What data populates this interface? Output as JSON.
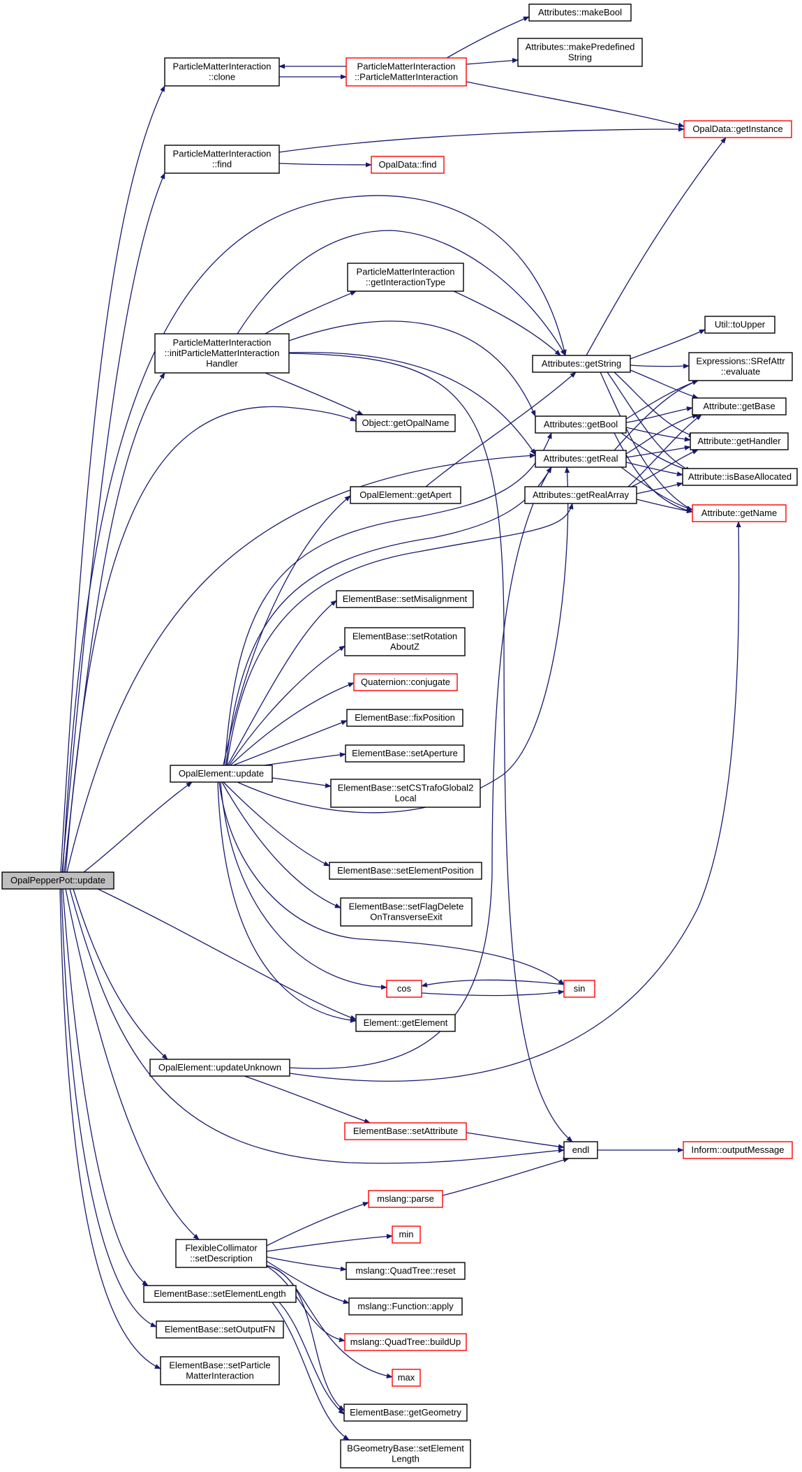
{
  "diagram": {
    "title": "",
    "colors": {
      "edge": "#191970",
      "node_border": "#000000",
      "node_border_truncated": "#ff0000",
      "root_fill": "#bfbfbf",
      "background": "#ffffff"
    },
    "nodes": [
      {
        "id": "root",
        "lines": [
          "OpalPepperPot::update"
        ],
        "style": "root"
      },
      {
        "id": "pmi_clone",
        "lines": [
          "ParticleMatterInteraction",
          "::clone"
        ],
        "style": "normal"
      },
      {
        "id": "pmi_ctor",
        "lines": [
          "ParticleMatterInteraction",
          "::ParticleMatterInteraction"
        ],
        "style": "truncated"
      },
      {
        "id": "make_bool",
        "lines": [
          "Attributes::makeBool"
        ],
        "style": "normal"
      },
      {
        "id": "make_predef",
        "lines": [
          "Attributes::makePredefined",
          "String"
        ],
        "style": "normal"
      },
      {
        "id": "opal_instance",
        "lines": [
          "OpalData::getInstance"
        ],
        "style": "truncated"
      },
      {
        "id": "pmi_find",
        "lines": [
          "ParticleMatterInteraction",
          "::find"
        ],
        "style": "normal"
      },
      {
        "id": "opal_find",
        "lines": [
          "OpalData::find"
        ],
        "style": "truncated"
      },
      {
        "id": "pmi_gettype",
        "lines": [
          "ParticleMatterInteraction",
          "::getInteractionType"
        ],
        "style": "normal"
      },
      {
        "id": "pmi_init",
        "lines": [
          "ParticleMatterInteraction",
          "::initParticleMatterInteraction",
          "Handler"
        ],
        "style": "normal"
      },
      {
        "id": "util_upper",
        "lines": [
          "Util::toUpper"
        ],
        "style": "normal"
      },
      {
        "id": "attrs_getstring",
        "lines": [
          "Attributes::getString"
        ],
        "style": "normal"
      },
      {
        "id": "expr_eval",
        "lines": [
          "Expressions::SRefAttr",
          "::evaluate"
        ],
        "style": "normal"
      },
      {
        "id": "attr_getbase",
        "lines": [
          "Attribute::getBase"
        ],
        "style": "normal"
      },
      {
        "id": "obj_getopalname",
        "lines": [
          "Object::getOpalName"
        ],
        "style": "normal"
      },
      {
        "id": "attrs_getbool",
        "lines": [
          "Attributes::getBool"
        ],
        "style": "normal"
      },
      {
        "id": "attr_gethandler",
        "lines": [
          "Attribute::getHandler"
        ],
        "style": "normal"
      },
      {
        "id": "attrs_getreal",
        "lines": [
          "Attributes::getReal"
        ],
        "style": "normal"
      },
      {
        "id": "attr_isbase",
        "lines": [
          "Attribute::isBaseAllocated"
        ],
        "style": "normal"
      },
      {
        "id": "oe_getapert",
        "lines": [
          "OpalElement::getApert"
        ],
        "style": "normal"
      },
      {
        "id": "attrs_getrealarray",
        "lines": [
          "Attributes::getRealArray"
        ],
        "style": "normal"
      },
      {
        "id": "attr_getname",
        "lines": [
          "Attribute::getName"
        ],
        "style": "truncated"
      },
      {
        "id": "eb_setmisalign",
        "lines": [
          "ElementBase::setMisalignment"
        ],
        "style": "normal"
      },
      {
        "id": "eb_setrot",
        "lines": [
          "ElementBase::setRotation",
          "AboutZ"
        ],
        "style": "normal"
      },
      {
        "id": "quat_conj",
        "lines": [
          "Quaternion::conjugate"
        ],
        "style": "truncated"
      },
      {
        "id": "eb_fixpos",
        "lines": [
          "ElementBase::fixPosition"
        ],
        "style": "normal"
      },
      {
        "id": "eb_setaperture",
        "lines": [
          "ElementBase::setAperture"
        ],
        "style": "normal"
      },
      {
        "id": "oe_update",
        "lines": [
          "OpalElement::update"
        ],
        "style": "normal"
      },
      {
        "id": "eb_setcs",
        "lines": [
          "ElementBase::setCSTrafoGlobal2",
          "Local"
        ],
        "style": "normal"
      },
      {
        "id": "eb_setelpos",
        "lines": [
          "ElementBase::setElementPosition"
        ],
        "style": "normal"
      },
      {
        "id": "eb_setflag",
        "lines": [
          "ElementBase::setFlagDelete",
          "OnTransverseExit"
        ],
        "style": "normal"
      },
      {
        "id": "cos",
        "lines": [
          "cos"
        ],
        "style": "truncated"
      },
      {
        "id": "sin",
        "lines": [
          "sin"
        ],
        "style": "truncated"
      },
      {
        "id": "el_getelement",
        "lines": [
          "Element::getElement"
        ],
        "style": "normal"
      },
      {
        "id": "oe_updateunknown",
        "lines": [
          "OpalElement::updateUnknown"
        ],
        "style": "normal"
      },
      {
        "id": "eb_setattr",
        "lines": [
          "ElementBase::setAttribute"
        ],
        "style": "truncated"
      },
      {
        "id": "endl",
        "lines": [
          "endl"
        ],
        "style": "normal"
      },
      {
        "id": "inform_out",
        "lines": [
          "Inform::outputMessage"
        ],
        "style": "truncated"
      },
      {
        "id": "ms_parse",
        "lines": [
          "mslang::parse"
        ],
        "style": "truncated"
      },
      {
        "id": "min",
        "lines": [
          "min"
        ],
        "style": "truncated"
      },
      {
        "id": "fc_setdesc",
        "lines": [
          "FlexibleCollimator",
          "::setDescription"
        ],
        "style": "normal"
      },
      {
        "id": "ms_qt_reset",
        "lines": [
          "mslang::QuadTree::reset"
        ],
        "style": "normal"
      },
      {
        "id": "eb_setellen",
        "lines": [
          "ElementBase::setElementLength"
        ],
        "style": "normal"
      },
      {
        "id": "ms_fn_apply",
        "lines": [
          "mslang::Function::apply"
        ],
        "style": "normal"
      },
      {
        "id": "eb_setoutfn",
        "lines": [
          "ElementBase::setOutputFN"
        ],
        "style": "normal"
      },
      {
        "id": "ms_qt_buildup",
        "lines": [
          "mslang::QuadTree::buildUp"
        ],
        "style": "truncated"
      },
      {
        "id": "eb_setpmi",
        "lines": [
          "ElementBase::setParticle",
          "MatterInteraction"
        ],
        "style": "normal"
      },
      {
        "id": "max",
        "lines": [
          "max"
        ],
        "style": "truncated"
      },
      {
        "id": "eb_getgeom",
        "lines": [
          "ElementBase::getGeometry"
        ],
        "style": "normal"
      },
      {
        "id": "bgb_setellen",
        "lines": [
          "BGeometryBase::setElement",
          "Length"
        ],
        "style": "normal"
      }
    ]
  }
}
